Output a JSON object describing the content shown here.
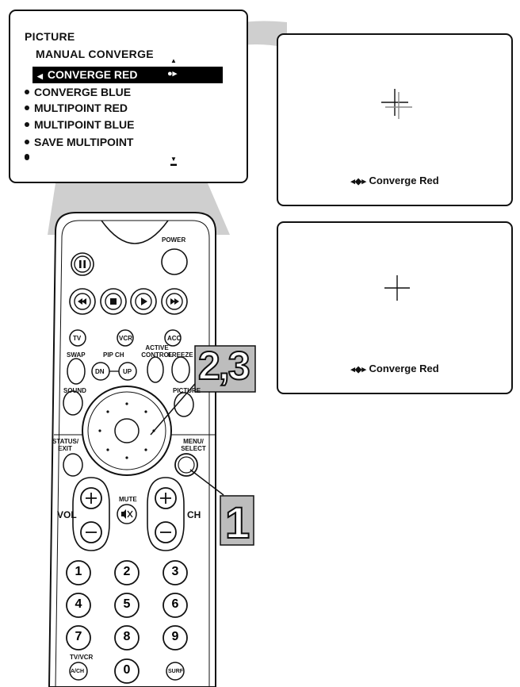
{
  "osd": {
    "title": "PICTURE",
    "subtitle": "MANUAL CONVERGE",
    "items": [
      {
        "label": "CONVERGE RED",
        "selected": true
      },
      {
        "label": "CONVERGE BLUE",
        "selected": false
      },
      {
        "label": "MULTIPOINT RED",
        "selected": false
      },
      {
        "label": "MULTIPOINT BLUE",
        "selected": false
      },
      {
        "label": "SAVE MULTIPOINT",
        "selected": false
      }
    ]
  },
  "panels": [
    {
      "caption": "Converge Red"
    },
    {
      "caption": "Converge Red"
    }
  ],
  "remote": {
    "power": "POWER",
    "tv": "TV",
    "vcr": "VCR",
    "acc": "ACC",
    "swap": "SWAP",
    "pip_ch": "PIP CH",
    "dn": "DN",
    "up": "UP",
    "active_control": "ACTIVE CONTROL",
    "freeze": "FREEZE",
    "sound": "SOUND",
    "picture": "PICTURE",
    "status_exit": "STATUS/ EXIT",
    "menu_select": "MENU/ SELECT",
    "mute": "MUTE",
    "vol": "VOL",
    "ch": "CH",
    "digits": [
      "1",
      "2",
      "3",
      "4",
      "5",
      "6",
      "7",
      "8",
      "9"
    ],
    "tvvcr": "TV/VCR",
    "ach": "A/CH",
    "zero": "0",
    "surf": "SURF"
  },
  "callouts": {
    "step_a": "2,3",
    "step_b": "1"
  }
}
